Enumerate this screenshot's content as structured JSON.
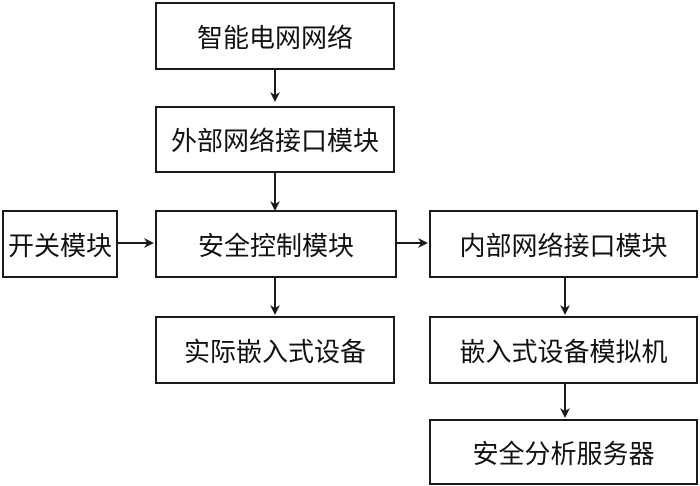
{
  "diagram": {
    "nodes": {
      "smart_grid": "智能电网网络",
      "external_interface": "外部网络接口模块",
      "switch_module": "开关模块",
      "security_control": "安全控制模块",
      "internal_interface": "内部网络接口模块",
      "embedded_device": "实际嵌入式设备",
      "device_simulator": "嵌入式设备模拟机",
      "analysis_server": "安全分析服务器"
    },
    "edges": [
      {
        "from": "smart_grid",
        "to": "external_interface"
      },
      {
        "from": "external_interface",
        "to": "security_control"
      },
      {
        "from": "switch_module",
        "to": "security_control"
      },
      {
        "from": "security_control",
        "to": "internal_interface"
      },
      {
        "from": "security_control",
        "to": "embedded_device"
      },
      {
        "from": "internal_interface",
        "to": "device_simulator"
      },
      {
        "from": "device_simulator",
        "to": "analysis_server"
      }
    ],
    "colors": {
      "stroke": "#1a1a1a",
      "text": "#111111",
      "background": "#ffffff"
    }
  }
}
